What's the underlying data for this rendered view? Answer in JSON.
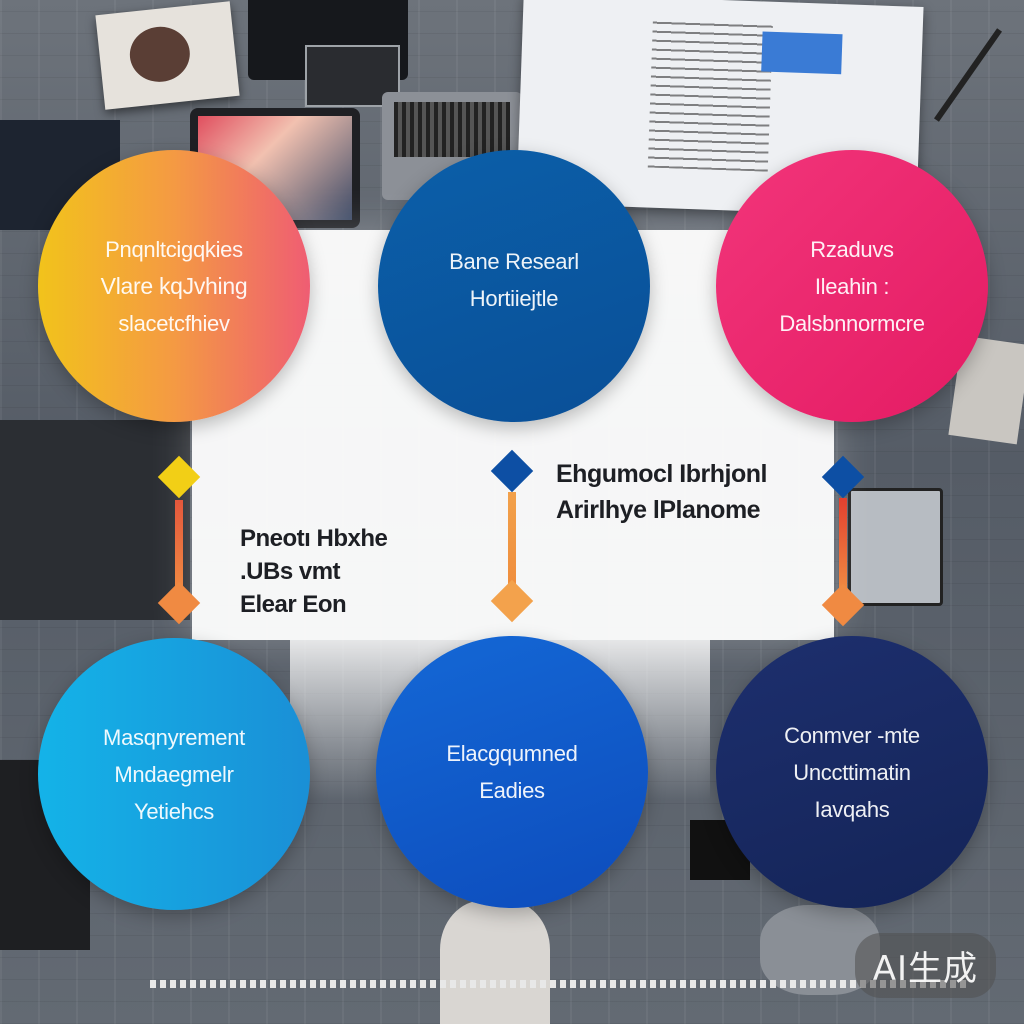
{
  "circles": [
    {
      "lines": [
        "Pnqnltcigqkies",
        "Vlare kqJvhing",
        "slacetcfhiev"
      ]
    },
    {
      "lines": [
        "Bane Researl",
        "Hortiiejtle"
      ]
    },
    {
      "lines": [
        "Rzaduvs",
        "Ileahin :",
        "Dalsbnnormcre"
      ]
    },
    {
      "lines": [
        "Masqnyrement",
        "Mndaegmelr",
        "Yetiehcs"
      ]
    },
    {
      "lines": [
        "Elacgqumned",
        "Eadies"
      ]
    },
    {
      "lines": [
        "Conmver -mte",
        "Unccttimatin",
        "Iavqahs"
      ]
    }
  ],
  "board": {
    "left_text": [
      "Pneotı Hbxhe",
      ".UBs vmt",
      "Elear Eon"
    ],
    "mid_text": [
      "Ehgumocl Ibrhjonl",
      "Arirlhye lPlanome"
    ]
  },
  "watermark": "AI生成"
}
